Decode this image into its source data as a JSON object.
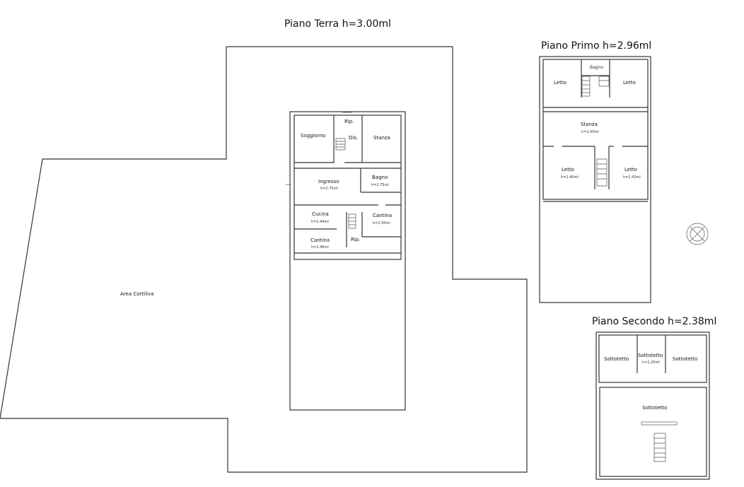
{
  "titles": {
    "ground": "Piano Terra h=3.00ml",
    "first": "Piano Primo h=2.96ml",
    "second": "Piano Secondo h=2.38ml"
  },
  "ground": {
    "courtyard": "Area Cortiliva",
    "rooms": [
      {
        "name": "Soggiorno"
      },
      {
        "name": "Rip."
      },
      {
        "name": "Dis."
      },
      {
        "name": "Stanza"
      },
      {
        "name": "Ingresso",
        "h": "h=2.75ml"
      },
      {
        "name": "Bagno",
        "h": "h=2.75ml"
      },
      {
        "name": "Cucina",
        "h": "h=2.44ml"
      },
      {
        "name": "Cantina",
        "h": "h=2.50ml"
      },
      {
        "name": "Cantina",
        "h": "h=2.46ml"
      },
      {
        "name": "Rip."
      }
    ]
  },
  "first": {
    "rooms": [
      {
        "name": "Letto"
      },
      {
        "name": "Bagno"
      },
      {
        "name": "Letto"
      },
      {
        "name": "Stanza",
        "h": "h=2.00ml"
      },
      {
        "name": "Letto",
        "h": "h=2.40ml"
      },
      {
        "name": "Letto",
        "h": "h=2.43ml"
      }
    ]
  },
  "second": {
    "rooms": [
      {
        "name": "Sottotetto"
      },
      {
        "name": "Sottotetto",
        "h": "h=1.20ml"
      },
      {
        "name": "Sottotetto"
      },
      {
        "name": "Sottotetto"
      }
    ]
  }
}
